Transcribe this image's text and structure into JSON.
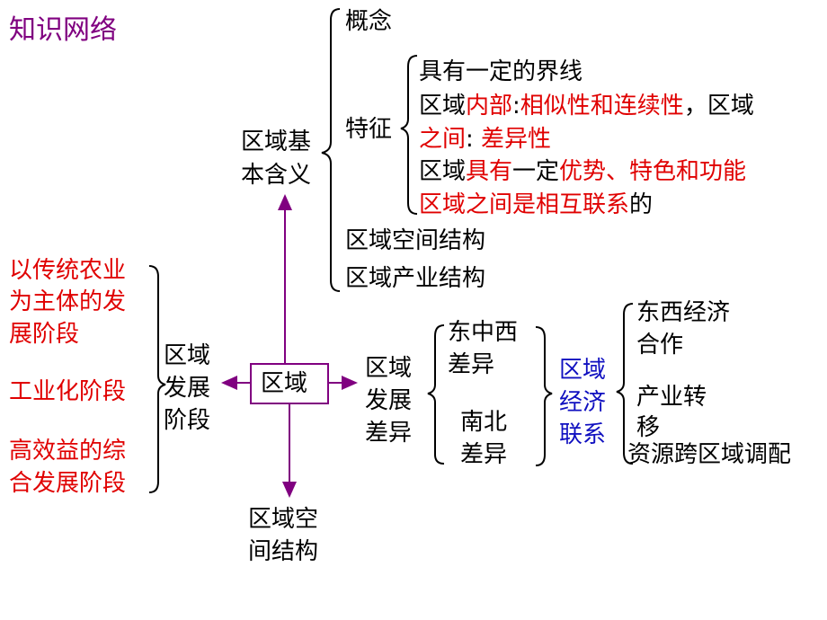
{
  "title": "知识网络",
  "center": "区域",
  "meaning": {
    "label_line1": "区域基",
    "label_line2": "本含义",
    "concept": "概念",
    "feature": "特征",
    "f1": "具有一定的界线",
    "f2_a": "区域",
    "f2_b": "内部",
    "f2_c": ":",
    "f2_d": "相似性和连续性",
    "f2_e": "，区域",
    "f3_a": "之间",
    "f3_b": ": ",
    "f3_c": "差异性",
    "f4_a": "区域",
    "f4_b": "具有",
    "f4_c": "一定",
    "f4_d": "优势、特色和功能",
    "f5_a": "区域之间是相互联系",
    "f5_b": "的",
    "spatial": "区域空间结构",
    "industrial": "区域产业结构"
  },
  "development": {
    "label": [
      "区域",
      "发展",
      "阶段"
    ],
    "stage1": [
      "以传统农业",
      "为主体的发",
      "展阶段"
    ],
    "stage2": "工业化阶段",
    "stage3": [
      "高效益的综",
      "合发展阶段"
    ]
  },
  "difference": {
    "label": [
      "区域",
      "发展",
      "差异"
    ],
    "ew": [
      "东中西",
      "差异"
    ],
    "ns": [
      "南北",
      "差异"
    ]
  },
  "economic": {
    "label": [
      "区域",
      "经济",
      "联系"
    ],
    "item1": [
      "东西经济",
      "合作"
    ],
    "item2": [
      "产业转",
      "移"
    ],
    "item3": "资源跨区域调配"
  },
  "spatial_bottom": [
    "区域空",
    "间结构"
  ],
  "colors": {
    "title": "#800080",
    "arrow": "#800080",
    "highlight": "#e00000",
    "blue": "#1010c0"
  }
}
